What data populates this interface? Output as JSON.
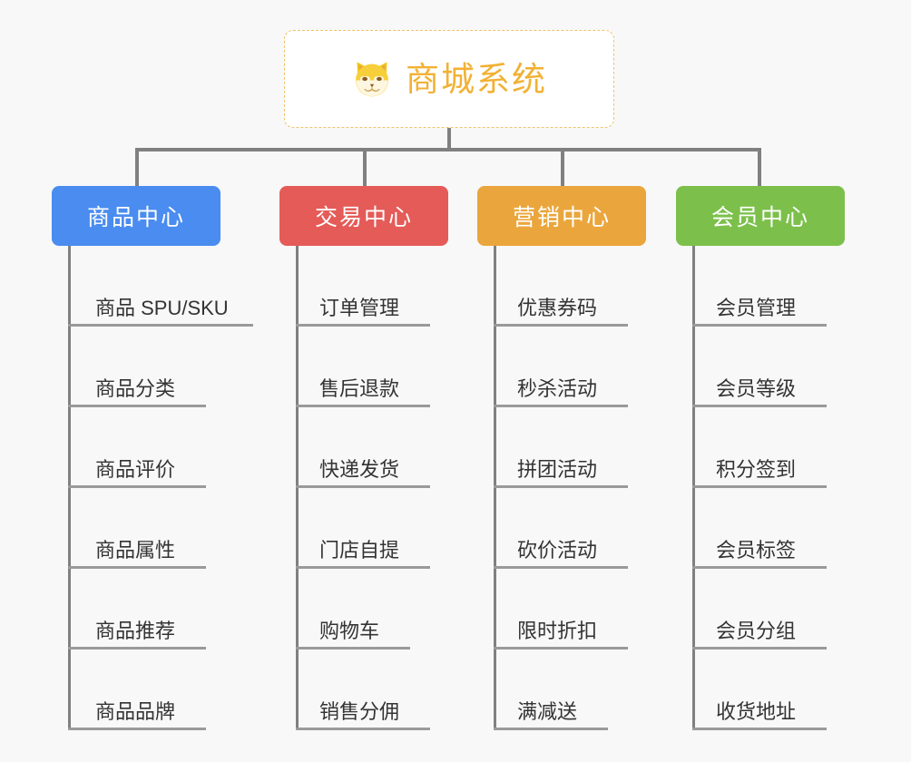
{
  "page": {
    "background_color": "#f8f8f8",
    "line_color": "#808080",
    "leaf_text_color": "#333333",
    "leaf_underline_color": "#9a9a9a"
  },
  "root": {
    "title": "商城系统",
    "icon": "shiba-dog-face-icon",
    "text_color": "#f2b134",
    "border_color": "#f0c36d",
    "background_color": "#ffffff"
  },
  "branches": [
    {
      "label": "商品中心",
      "color": "#4a8cf0",
      "items": [
        {
          "label": "商品 SPU/SKU"
        },
        {
          "label": "商品分类"
        },
        {
          "label": "商品评价"
        },
        {
          "label": "商品属性"
        },
        {
          "label": "商品推荐"
        },
        {
          "label": "商品品牌"
        }
      ]
    },
    {
      "label": "交易中心",
      "color": "#e45b58",
      "items": [
        {
          "label": "订单管理"
        },
        {
          "label": "售后退款"
        },
        {
          "label": "快递发货"
        },
        {
          "label": "门店自提"
        },
        {
          "label": "购物车"
        },
        {
          "label": "销售分佣"
        }
      ]
    },
    {
      "label": "营销中心",
      "color": "#eaa63c",
      "items": [
        {
          "label": "优惠券码"
        },
        {
          "label": "秒杀活动"
        },
        {
          "label": "拼团活动"
        },
        {
          "label": "砍价活动"
        },
        {
          "label": "限时折扣"
        },
        {
          "label": "满减送"
        }
      ]
    },
    {
      "label": "会员中心",
      "color": "#7cc04b",
      "items": [
        {
          "label": "会员管理"
        },
        {
          "label": "会员等级"
        },
        {
          "label": "积分签到"
        },
        {
          "label": "会员标签"
        },
        {
          "label": "会员分组"
        },
        {
          "label": "收货地址"
        }
      ]
    }
  ]
}
